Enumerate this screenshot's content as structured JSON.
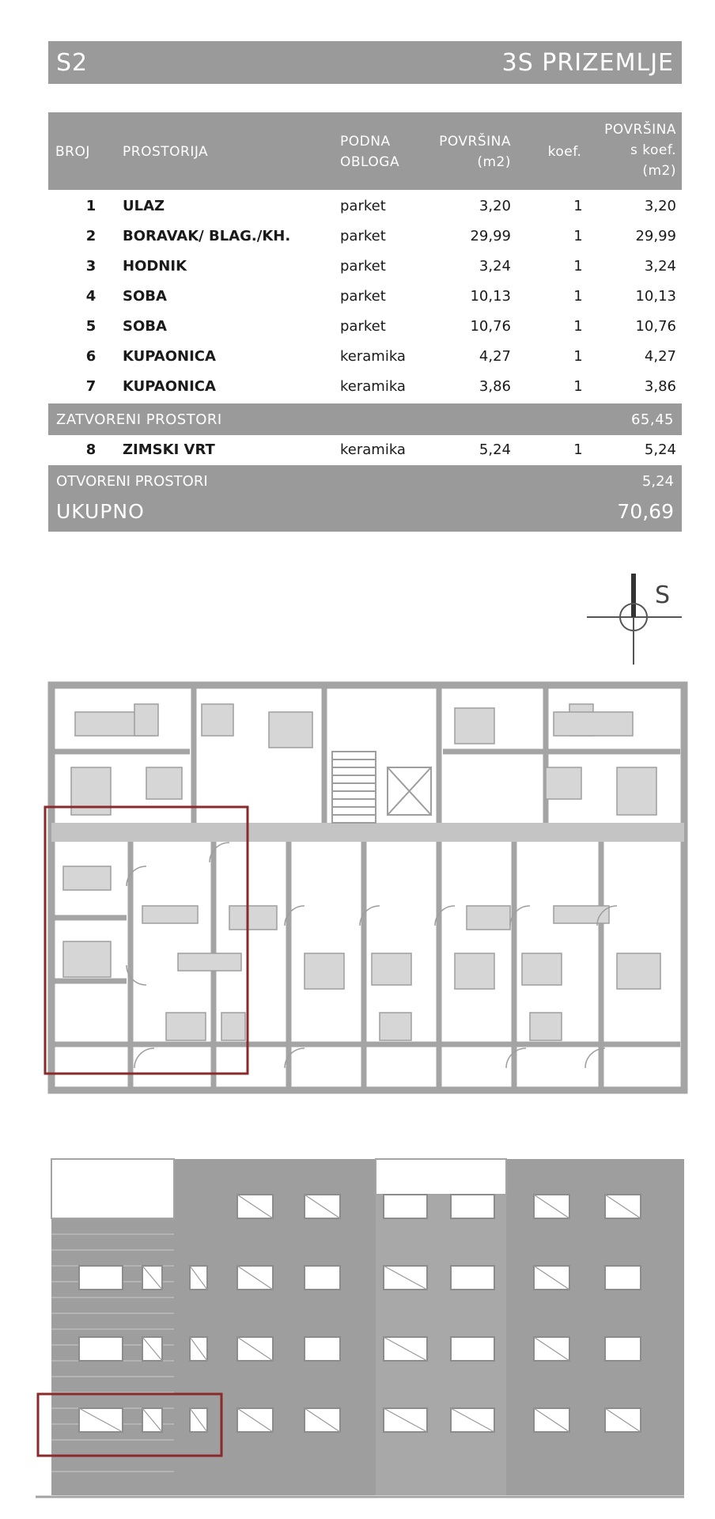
{
  "header": {
    "code": "S2",
    "title": "3S  PRIZEMLJE"
  },
  "table": {
    "headers": {
      "broj": "BROJ",
      "prostorija": "PROSTORIJA",
      "obloga_1": "PODNA",
      "obloga_2": "OBLOGA",
      "povrsina_1": "POVRŠINA",
      "povrsina_2": "(m2)",
      "koef": "koef.",
      "skoef_1": "POVRŠINA",
      "skoef_2": "s koef.",
      "skoef_3": "(m2)"
    },
    "rows": [
      {
        "broj": "1",
        "prostorija": "ULAZ",
        "obloga": "parket",
        "povrsina": "3,20",
        "koef": "1",
        "ukupno": "3,20"
      },
      {
        "broj": "2",
        "prostorija": "BORAVAK/ BLAG./KH.",
        "obloga": "parket",
        "povrsina": "29,99",
        "koef": "1",
        "ukupno": "29,99"
      },
      {
        "broj": "3",
        "prostorija": "HODNIK",
        "obloga": "parket",
        "povrsina": "3,24",
        "koef": "1",
        "ukupno": "3,24"
      },
      {
        "broj": "4",
        "prostorija": "SOBA",
        "obloga": "parket",
        "povrsina": "10,13",
        "koef": "1",
        "ukupno": "10,13"
      },
      {
        "broj": "5",
        "prostorija": "SOBA",
        "obloga": "parket",
        "povrsina": "10,76",
        "koef": "1",
        "ukupno": "10,76"
      },
      {
        "broj": "6",
        "prostorija": "KUPAONICA",
        "obloga": "keramika",
        "povrsina": "4,27",
        "koef": "1",
        "ukupno": "4,27"
      },
      {
        "broj": "7",
        "prostorija": "KUPAONICA",
        "obloga": "keramika",
        "povrsina": "3,86",
        "koef": "1",
        "ukupno": "3,86"
      }
    ],
    "zatvoreni": {
      "label": "ZATVORENI PROSTORI",
      "value": "65,45"
    },
    "open_rows": [
      {
        "broj": "8",
        "prostorija": "ZIMSKI VRT",
        "obloga": "keramika",
        "povrsina": "5,24",
        "koef": "1",
        "ukupno": "5,24"
      }
    ],
    "otvoreni": {
      "label": "OTVORENI PROSTORI",
      "value": "5,24"
    },
    "ukupno": {
      "label": "UKUPNO",
      "value": "70,69"
    }
  },
  "compass": {
    "label": "S"
  },
  "colors": {
    "bar": "#9a9a9a",
    "plan": "#9e9e9e",
    "highlight": "#8b2a2a"
  }
}
